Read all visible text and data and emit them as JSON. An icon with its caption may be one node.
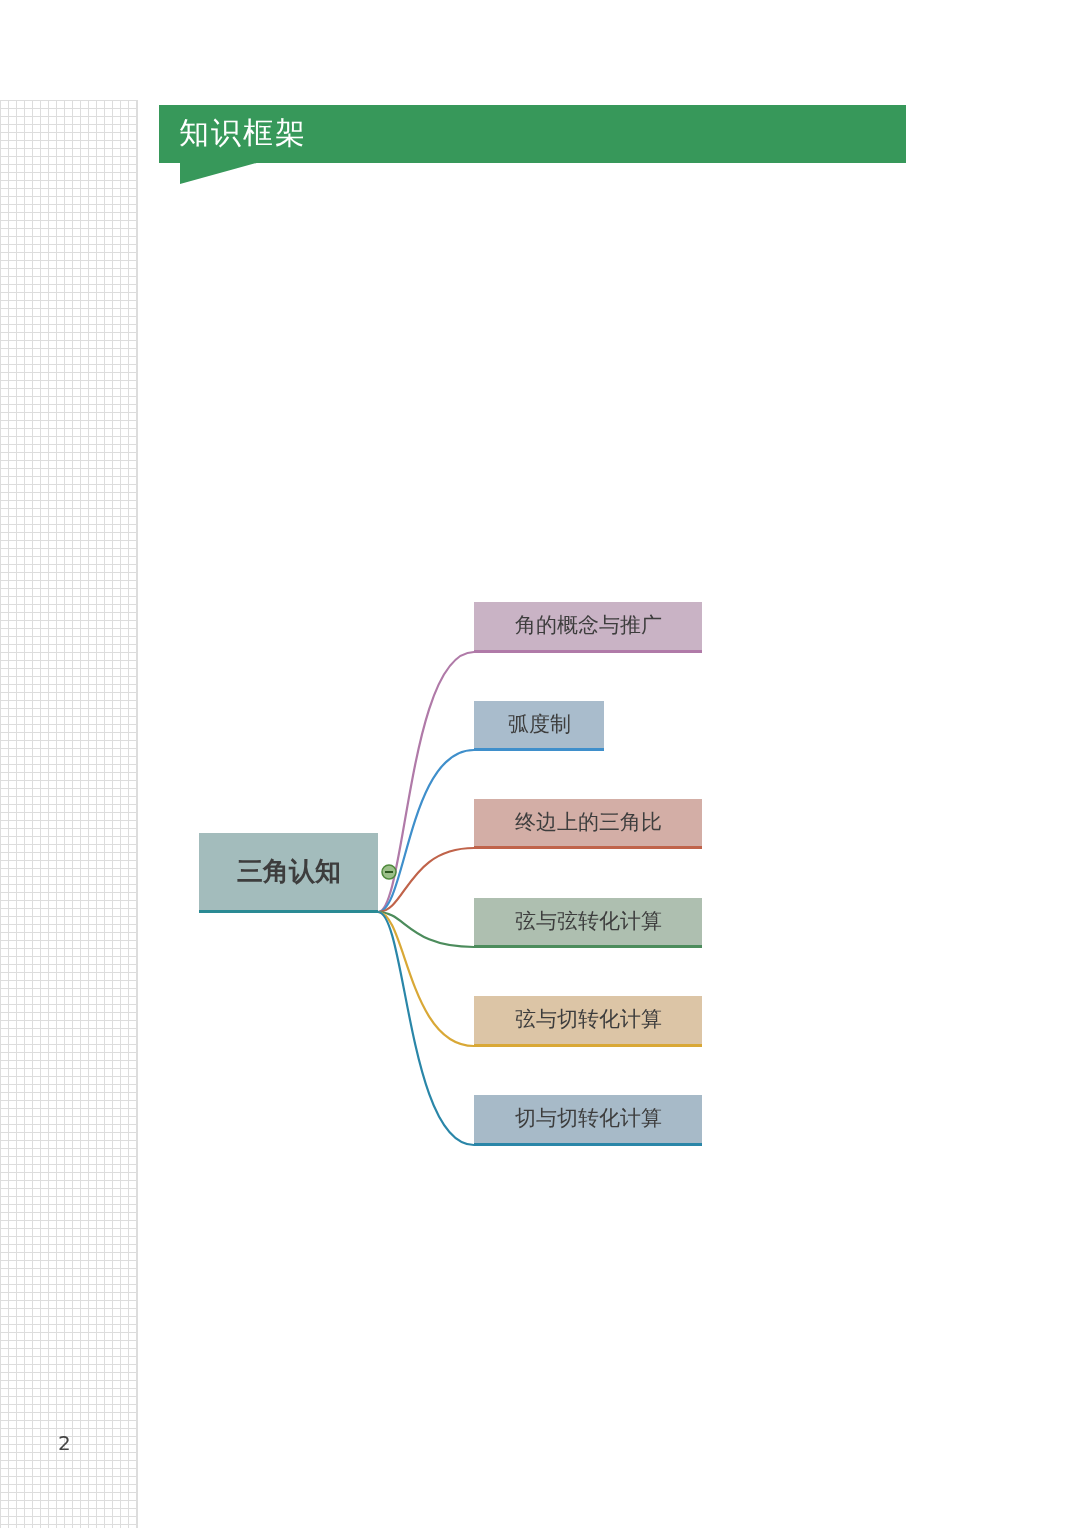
{
  "diagram": {
    "title": "知识框架",
    "nodes": [
      {
        "text": [
          "三角认知"
        ]
      },
      {
        "text": [
          "角的概念与推广"
        ]
      },
      {
        "text": [
          "弧度制"
        ]
      },
      {
        "text": [
          "终边上的三角比"
        ]
      },
      {
        "text": [
          "弦与弦转化计算"
        ]
      },
      {
        "text": [
          "弦与切转化计算"
        ]
      },
      {
        "text": [
          "切与切转化计算"
        ]
      }
    ],
    "edges": [
      {
        "from": 0,
        "to": 1,
        "arrow": "none",
        "color": "#b07aa8"
      },
      {
        "from": 0,
        "to": 2,
        "arrow": "none",
        "color": "#3f8fcb"
      },
      {
        "from": 0,
        "to": 3,
        "arrow": "none",
        "color": "#c0634a"
      },
      {
        "from": 0,
        "to": 4,
        "arrow": "none",
        "color": "#4c8c5c"
      },
      {
        "from": 0,
        "to": 5,
        "arrow": "none",
        "color": "#d9a836"
      },
      {
        "from": 0,
        "to": 6,
        "arrow": "none",
        "color": "#2a86a8"
      }
    ],
    "labels": [
      "2"
    ]
  }
}
